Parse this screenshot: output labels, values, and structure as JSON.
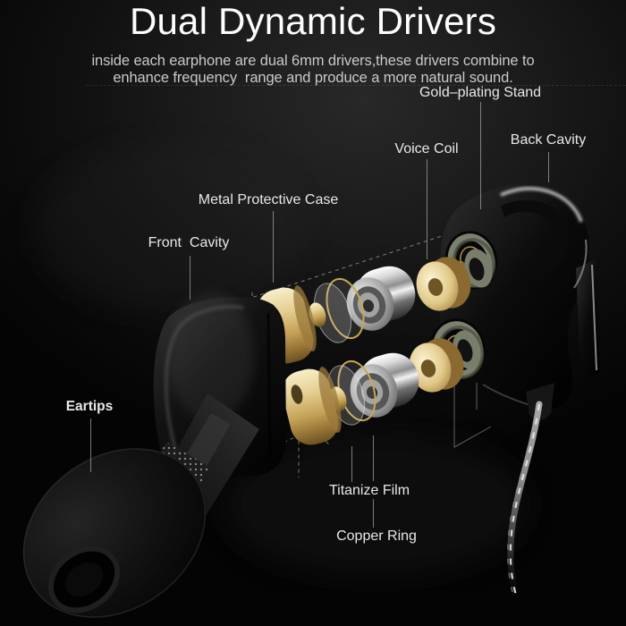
{
  "header": {
    "title": "Dual Dynamic Drivers",
    "subtitle_line1": "inside each earphone are dual 6mm drivers,these drivers combine to",
    "subtitle_line2": "enhance frequency  range and produce a more natural sound."
  },
  "callouts": [
    {
      "id": "gold-plating-stand",
      "label": "Gold–plating Stand"
    },
    {
      "id": "voice-coil",
      "label": "Voice Coil"
    },
    {
      "id": "back-cavity",
      "label": "Back Cavity"
    },
    {
      "id": "metal-protective-case",
      "label": "Metal Protective Case"
    },
    {
      "id": "front-cavity",
      "label": "Front  Cavity"
    },
    {
      "id": "eartips",
      "label": "Eartips"
    },
    {
      "id": "titanize-film",
      "label": "Titanize Film"
    },
    {
      "id": "copper-ring",
      "label": "Copper Ring"
    }
  ],
  "colors": {
    "background": "#101010",
    "title_text": "#ffffff",
    "subtitle_text": "#c9c9c9",
    "label_text": "#e8e8e8",
    "leader_line": "#bdbdbd",
    "gold": "#d9bc72",
    "chrome": "#d6d6d6",
    "olive_stand_ring": "#7b8070",
    "housing_black": "#0d0d0d"
  }
}
